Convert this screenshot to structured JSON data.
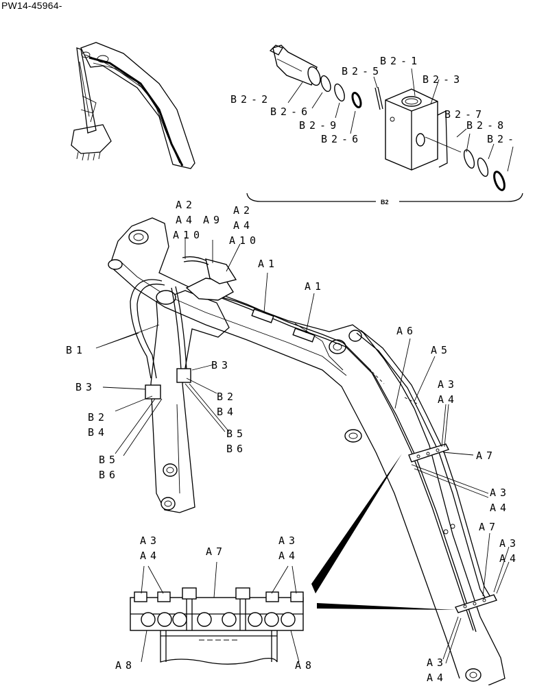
{
  "document": {
    "id": "PW14-45964-"
  },
  "group_label": "B2",
  "callouts": {
    "b2_1": "B2-1",
    "b2_2": "B2-2",
    "b2_3": "B2-3",
    "b2_5": "B2-5",
    "b2_6a": "B2-6",
    "b2_6b": "B2-6",
    "b2_7": "B2-7",
    "b2_8": "B2-8",
    "b2_9": "B2-9",
    "b2_x": "B2-",
    "a1a": "A1",
    "a1b": "A1",
    "a2a": "A2",
    "a4a": "A4",
    "a9": "A9",
    "a10a": "A10",
    "a2b": "A2",
    "a4b": "A4",
    "a10b": "A10",
    "a6": "A6",
    "a5": "A5",
    "a3a": "A3",
    "a4c": "A4",
    "a7a": "A7",
    "a3b": "A3",
    "a4d": "A4",
    "a7b": "A7",
    "a3c": "A3",
    "a4e": "A4",
    "a3d": "A3",
    "a4f": "A4",
    "b1": "B1",
    "b3a": "B3",
    "b3b": "B3",
    "b2a": "B2",
    "b4a": "B4",
    "b2b": "B2",
    "b4b": "B4",
    "b5a": "B5",
    "b6a": "B6",
    "b5b": "B5",
    "b6b": "B6",
    "det_a3l": "A3",
    "det_a4l": "A4",
    "det_a7": "A7",
    "det_a3r": "A3",
    "det_a4r": "A4",
    "det_a8l": "A8",
    "det_a8r": "A8"
  },
  "icons": [
    "excavator-thumbnail-icon",
    "swivel-fitting-icon",
    "clamp-bracket-icon"
  ]
}
